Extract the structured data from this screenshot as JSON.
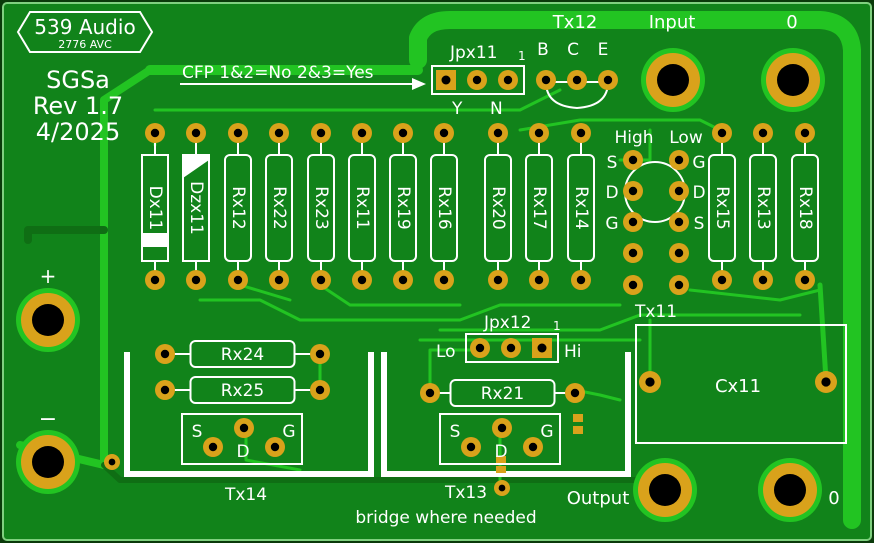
{
  "colors": {
    "board": "#11831a",
    "trace": "#22c422",
    "trace_dark": "#0f6e14",
    "pad": "#d9a21b",
    "silk": "#ffffff",
    "hole": "#000000"
  },
  "logo": {
    "brand": "539 Audio",
    "model": "2776 AVC"
  },
  "board_info": {
    "name": "SGSa",
    "revision": "Rev 1.7",
    "date": "4/2025"
  },
  "notes": {
    "cfp": "CFP 1&2=No 2&3=Yes",
    "bridge": "bridge where needed"
  },
  "jumpers": {
    "jpx11": {
      "label": "Jpx11",
      "pin1": "1",
      "y": "Y",
      "n": "N"
    },
    "jpx12": {
      "label": "Jpx12",
      "pin1": "1",
      "lo": "Lo",
      "hi": "Hi"
    }
  },
  "transistors": {
    "tx12": {
      "label": "Tx12",
      "b": "B",
      "c": "C",
      "e": "E"
    },
    "tx11": {
      "label": "Tx11",
      "high": "High",
      "low": "Low",
      "s": "S",
      "d": "D",
      "g": "G"
    },
    "tx14": {
      "label": "Tx14",
      "s": "S",
      "d": "D",
      "g": "G"
    },
    "tx13": {
      "label": "Tx13",
      "s": "S",
      "d": "D",
      "g": "G"
    }
  },
  "connectors": {
    "input": "Input",
    "output": "Output",
    "zero_top": "0",
    "zero_bottom": "0",
    "plus": "+",
    "minus": "−"
  },
  "vertical_parts": [
    {
      "label": "Dx11",
      "icon": "diode-icon"
    },
    {
      "label": "Dzx11",
      "icon": "zener-diode-icon"
    },
    {
      "label": "Rx12",
      "icon": "resistor-icon"
    },
    {
      "label": "Rx22",
      "icon": "resistor-icon"
    },
    {
      "label": "Rx23",
      "icon": "resistor-icon"
    },
    {
      "label": "Rx11",
      "icon": "resistor-icon"
    },
    {
      "label": "Rx19",
      "icon": "resistor-icon"
    },
    {
      "label": "Rx16",
      "icon": "resistor-icon"
    },
    {
      "label": "Rx20",
      "icon": "resistor-icon"
    },
    {
      "label": "Rx17",
      "icon": "resistor-icon"
    },
    {
      "label": "Rx14",
      "icon": "resistor-icon"
    },
    {
      "label": "Rx15",
      "icon": "resistor-icon"
    },
    {
      "label": "Rx13",
      "icon": "resistor-icon"
    },
    {
      "label": "Rx18",
      "icon": "resistor-icon"
    }
  ],
  "horizontal_parts": [
    {
      "label": "Rx24"
    },
    {
      "label": "Rx25"
    },
    {
      "label": "Rx21"
    }
  ],
  "capacitor": {
    "label": "Cx11"
  }
}
